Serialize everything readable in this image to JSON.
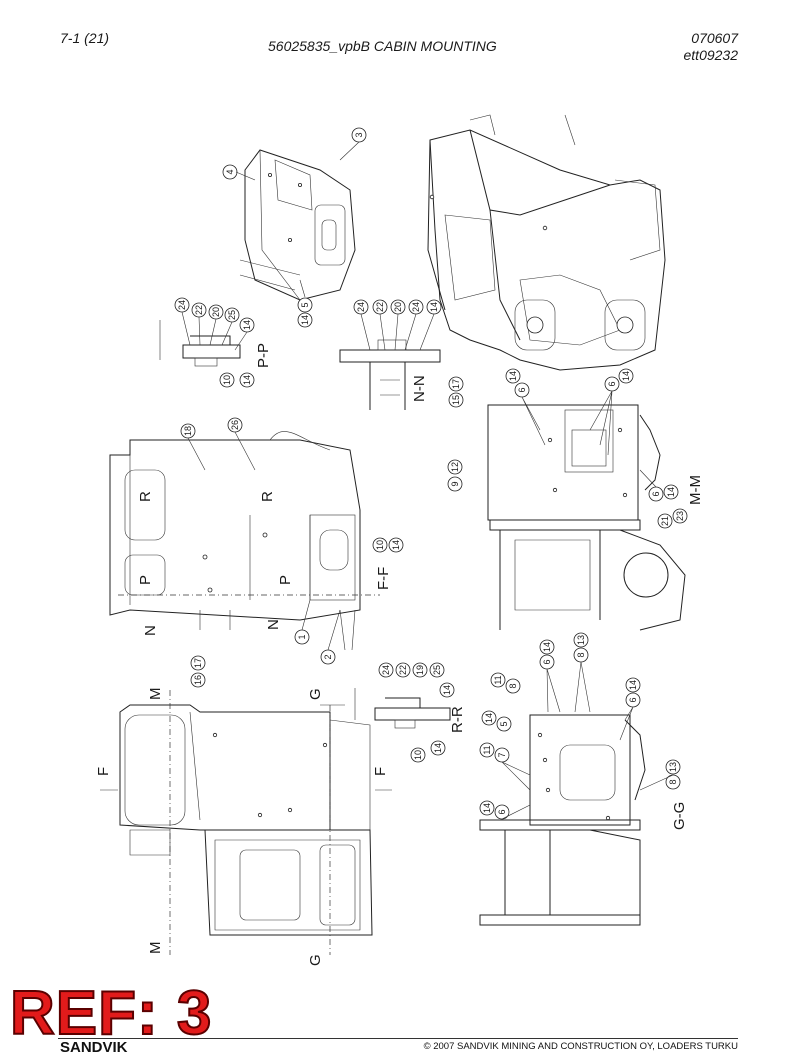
{
  "header": {
    "page_number": "7-1 (21)",
    "title": "56025835_vpbB CABIN MOUNTING",
    "date": "070607",
    "doc_id": "ett09232"
  },
  "sections": {
    "pp": "P-P",
    "nn": "N-N",
    "mm": "M-M",
    "ff": "F-F",
    "rr": "R-R",
    "gg": "G-G",
    "r": "R",
    "p": "P",
    "n": "N",
    "m": "M",
    "f": "F",
    "g": "G"
  },
  "callouts": {
    "c1": "1",
    "c2": "2",
    "c3": "3",
    "c4": "4",
    "c5": "5",
    "c6": "6",
    "c7": "7",
    "c8": "8",
    "c9": "9",
    "c10": "10",
    "c11": "11",
    "c12": "12",
    "c13": "13",
    "c14": "14",
    "c15": "15",
    "c16": "16",
    "c17": "17",
    "c18": "18",
    "c19": "19",
    "c20": "20",
    "c21": "21",
    "c22": "22",
    "c23": "23",
    "c24": "24",
    "c25": "25",
    "c26": "26"
  },
  "stamp": {
    "text": "REF: 3"
  },
  "footer": {
    "brand": "SANDVIK",
    "copyright": "© 2007 SANDVIK MINING AND CONSTRUCTION OY, LOADERS TURKU"
  }
}
